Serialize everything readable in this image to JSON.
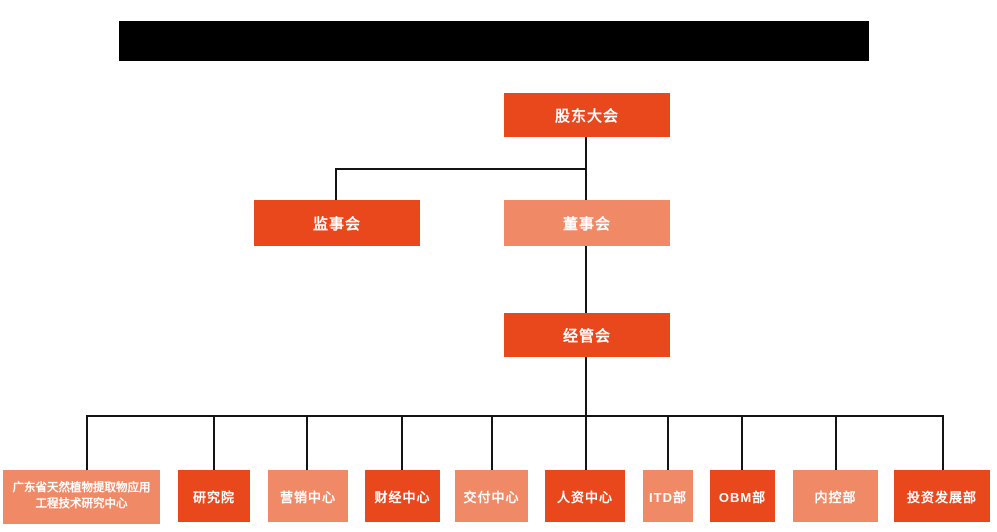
{
  "org_chart": {
    "title_bar": {
      "redacted": true,
      "text": ""
    },
    "colors": {
      "dark": "#E8481C",
      "light": "#EF8966",
      "line": "#141414",
      "redacted": "#000000",
      "background": "#FFFFFF",
      "text": "#FFFFFF"
    },
    "root": {
      "label": "股东大会",
      "variant": "dark"
    },
    "level2": [
      {
        "label": "监事会",
        "variant": "dark"
      },
      {
        "label": "董事会",
        "variant": "light"
      }
    ],
    "level3": {
      "label": "经管会",
      "variant": "dark"
    },
    "departments": [
      {
        "label": "广东省天然植物提取物应用工程技术研究中心",
        "variant": "light"
      },
      {
        "label": "研究院",
        "variant": "dark"
      },
      {
        "label": "营销中心",
        "variant": "light"
      },
      {
        "label": "财经中心",
        "variant": "dark"
      },
      {
        "label": "交付中心",
        "variant": "light"
      },
      {
        "label": "人资中心",
        "variant": "dark"
      },
      {
        "label": "ITD部",
        "variant": "light"
      },
      {
        "label": "OBM部",
        "variant": "dark"
      },
      {
        "label": "内控部",
        "variant": "light"
      },
      {
        "label": "投资发展部",
        "variant": "dark"
      }
    ]
  }
}
